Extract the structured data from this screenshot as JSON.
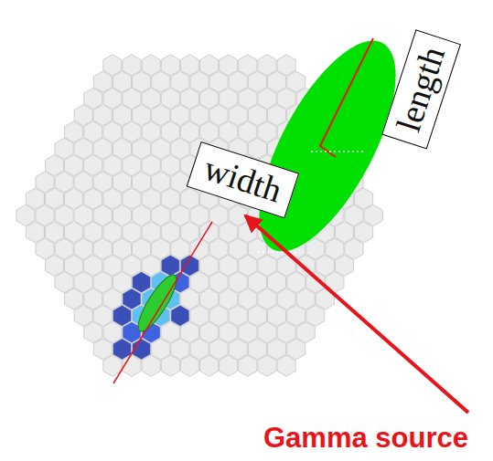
{
  "diagram": {
    "nodes": [
      {
        "text": [
          "width"
        ]
      },
      {
        "text": [
          "length"
        ]
      }
    ],
    "labels": [
      "Gamma source"
    ]
  }
}
